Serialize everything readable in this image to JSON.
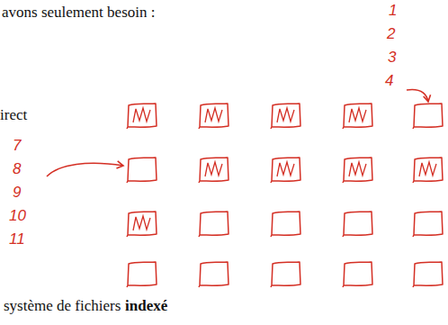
{
  "diagram": {
    "labels": [
      "avons seulement besoin :",
      "1",
      "2",
      "3",
      "4",
      "irect",
      "7",
      "8",
      "9",
      "10",
      "11",
      "système de fichiers",
      "indexé"
    ]
  }
}
